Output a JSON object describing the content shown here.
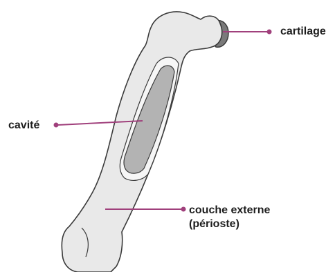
{
  "diagram": {
    "labels": {
      "cartilage": "cartilage",
      "cavite": "cavité",
      "couche_externe_line1": "couche externe",
      "couche_externe_line2": "(périoste)"
    },
    "colors": {
      "leader_line": "#a0407c",
      "bone_fill": "#e9e9e9",
      "bone_outline": "#3a3a3a",
      "cavity_fill": "#b3b3b3",
      "cortex_fill": "#f6f6f6",
      "cartilage_fill": "#7a7a7a"
    }
  }
}
